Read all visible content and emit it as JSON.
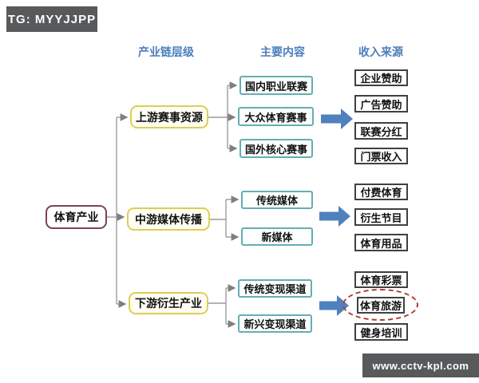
{
  "watermarks": {
    "top_left": "TG: MYYJJPP",
    "bottom_right": "www.cctv-kpl.com"
  },
  "colors": {
    "header_blue": "#4a7ebc",
    "root_border": "#7d4256",
    "level_border": "#ddce55",
    "content_border": "#66adb4",
    "income_border": "#404040",
    "flow_arrow": "#4f81bd",
    "connector": "#9c9c9c",
    "highlight_dashed": "#b03a2e",
    "watermark_bg": "#58595b"
  },
  "diagram": {
    "root": {
      "label": "体育产业"
    },
    "column_headers": [
      {
        "label": "产业链层级"
      },
      {
        "label": "主要内容"
      },
      {
        "label": "收入来源"
      }
    ],
    "groups": [
      {
        "level": {
          "label": "上游赛事资源"
        },
        "contents": [
          {
            "label": "国内职业联赛"
          },
          {
            "label": "大众体育赛事"
          },
          {
            "label": "国外核心赛事"
          }
        ],
        "incomes": [
          {
            "label": "企业赞助"
          },
          {
            "label": "广告赞助"
          },
          {
            "label": "联赛分红"
          },
          {
            "label": "门票收入"
          }
        ]
      },
      {
        "level": {
          "label": "中游媒体传播"
        },
        "contents": [
          {
            "label": "传统媒体"
          },
          {
            "label": "新媒体"
          }
        ],
        "incomes": [
          {
            "label": "付费体育"
          },
          {
            "label": "衍生节目"
          },
          {
            "label": "体育用品"
          }
        ]
      },
      {
        "level": {
          "label": "下游衍生产业"
        },
        "contents": [
          {
            "label": "传统变现渠道"
          },
          {
            "label": "新兴变现渠道"
          }
        ],
        "incomes": [
          {
            "label": "体育彩票"
          },
          {
            "label": "体育旅游",
            "highlighted": true
          },
          {
            "label": "健身培训"
          }
        ]
      }
    ]
  }
}
